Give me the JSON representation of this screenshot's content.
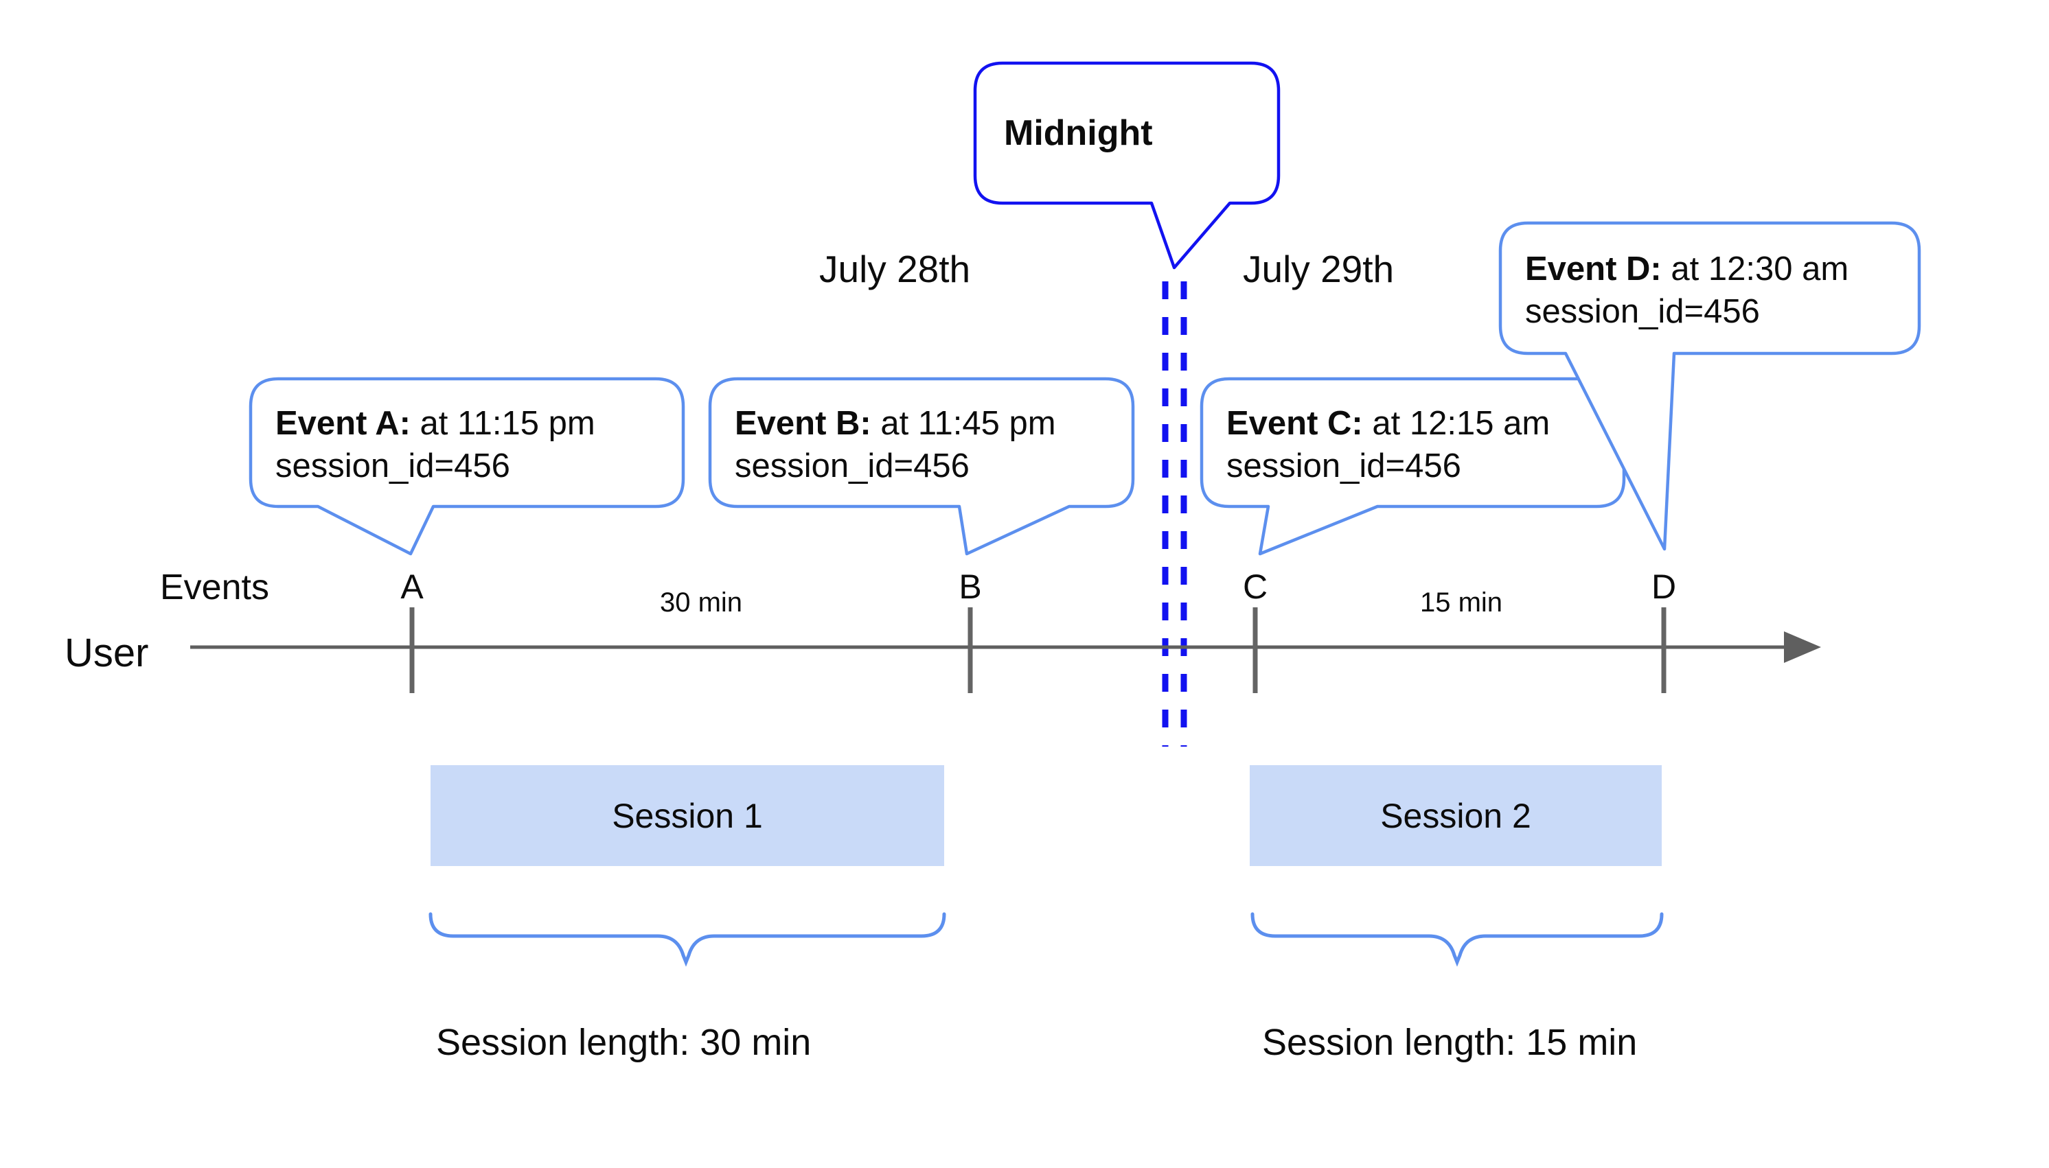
{
  "title": "User sessions across midnight timeline diagram",
  "colors": {
    "blue-dark": "#1212f0",
    "blue-light": "#5c8fee",
    "session-fill": "#c9daf8",
    "gray-line": "#5f5f5f",
    "ink": "#0c0c0c"
  },
  "midnight_callout": {
    "label": "Midnight"
  },
  "dates": {
    "left": "July 28th",
    "right": "July 29th"
  },
  "event_callouts": [
    {
      "id": "A",
      "label": "Event A:",
      "time": " at 11:15 pm",
      "session": "session_id=456"
    },
    {
      "id": "B",
      "label": "Event B:",
      "time": " at 11:45 pm",
      "session": "session_id=456"
    },
    {
      "id": "C",
      "label": "Event C:",
      "time": " at 12:15 am",
      "session": "session_id=456"
    },
    {
      "id": "D",
      "label": "Event D:",
      "time": " at 12:30 am",
      "session": "session_id=456"
    }
  ],
  "timeline": {
    "events_label": "Events",
    "user_label": "User",
    "markers": [
      "A",
      "B",
      "C",
      "D"
    ],
    "intervals": [
      {
        "label": "30 min"
      },
      {
        "label": "15 min"
      }
    ]
  },
  "sessions": [
    {
      "label": "Session 1",
      "length_label": "Session length: 30 min"
    },
    {
      "label": "Session 2",
      "length_label": "Session length: 15 min"
    }
  ]
}
